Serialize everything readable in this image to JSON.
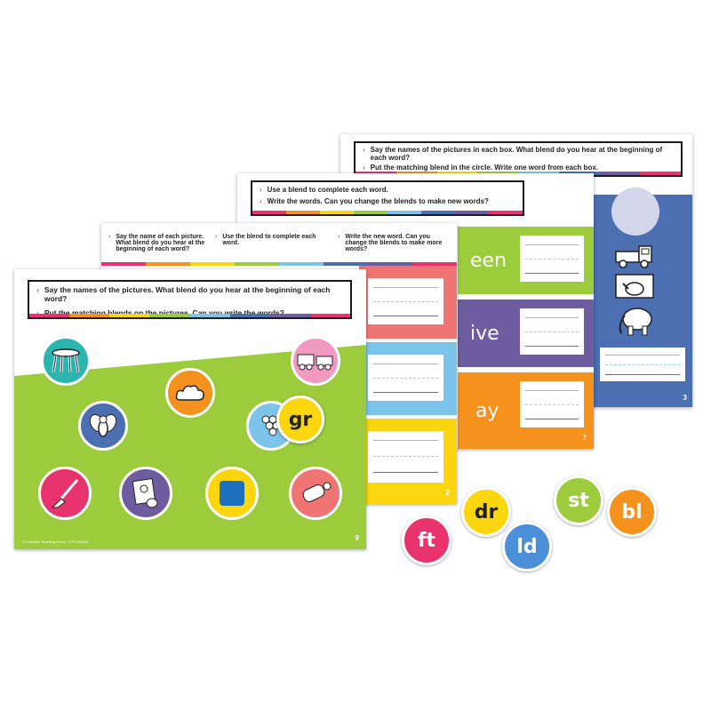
{
  "card3": {
    "instructions": [
      "Say the names of the pictures in each box. What blend do you hear at the beginning of each word?",
      "Put the matching blend in the circle. Write one word from each box."
    ],
    "page": "3"
  },
  "card7": {
    "instructions": [
      "Use a blend to complete each word.",
      "Write the words. Can you change the blends to make new words?"
    ],
    "words": [
      "een",
      "ive",
      "ay"
    ],
    "page": "7"
  },
  "card2": {
    "instructions": [
      "Say the name of each picture. What blend do you hear at the beginning of each word?",
      "Use the blend to complete each word.",
      "Write the new word. Can you change the blends to make more words?"
    ],
    "page": "2"
  },
  "card9": {
    "instructions": [
      "Say the names of the pictures. What blend do you hear at the beginning of each word?",
      "Put the matching blends on the pictures. Can you write the words?"
    ],
    "placed_chip": "gr",
    "footer": "© Creative Teaching Press • CTP 000000",
    "page": "9",
    "icons": [
      "stool-icon",
      "train-icon",
      "cloud-icon",
      "fly-icon",
      "grapes-icon",
      "broom-icon",
      "drawing-icon",
      "square-icon",
      "thread-spool-icon"
    ]
  },
  "chips": [
    "ft",
    "dr",
    "ld",
    "st",
    "bl"
  ],
  "colors": {
    "green": "#9ccb3b",
    "pink": "#e8336e",
    "blue": "#4b6fb0",
    "purple": "#6d5c9f",
    "orange": "#f5921e",
    "yellow": "#fbd60f",
    "salmon": "#f07474",
    "lightblue": "#7cc4ea"
  }
}
